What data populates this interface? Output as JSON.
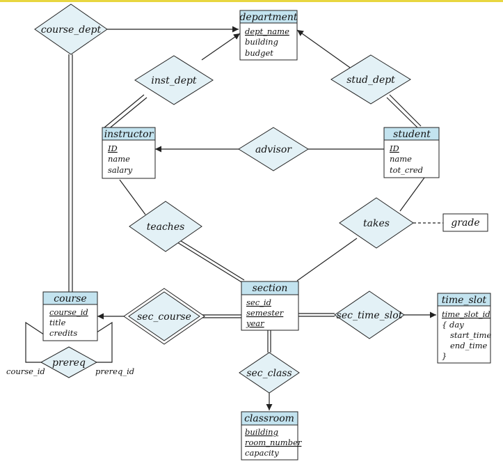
{
  "colors": {
    "entity_header": "#c3e3ef",
    "relationship_fill": "#e3f1f6",
    "line": "#222222",
    "top_bar": "#e8d640"
  },
  "entities": {
    "department": {
      "title": "department",
      "attrs": [
        "dept_name",
        "building",
        "budget"
      ]
    },
    "instructor": {
      "title": "instructor",
      "attrs": [
        "ID",
        "name",
        "salary"
      ]
    },
    "student": {
      "title": "student",
      "attrs": [
        "ID",
        "name",
        "tot_cred"
      ]
    },
    "section": {
      "title": "section",
      "attrs": [
        "sec_id",
        "semester",
        "year"
      ]
    },
    "course": {
      "title": "course",
      "attrs": [
        "course_id",
        "title",
        "credits"
      ]
    },
    "time_slot": {
      "title": "time_slot",
      "attrs": [
        "time_slot_id",
        "{ day",
        "start_time",
        "end_time",
        "}"
      ]
    },
    "classroom": {
      "title": "classroom",
      "attrs": [
        "building",
        "room_number",
        "capacity"
      ]
    }
  },
  "relationships": {
    "course_dept": "course_dept",
    "inst_dept": "inst_dept",
    "stud_dept": "stud_dept",
    "advisor": "advisor",
    "teaches": "teaches",
    "takes": "takes",
    "sec_course": "sec_course",
    "sec_time_slot": "sec_time_slot",
    "sec_class": "sec_class",
    "prereq": "prereq"
  },
  "attribute_box": {
    "grade": "grade"
  },
  "role_labels": {
    "course_id": "course_id",
    "prereq_id": "prereq_id"
  }
}
